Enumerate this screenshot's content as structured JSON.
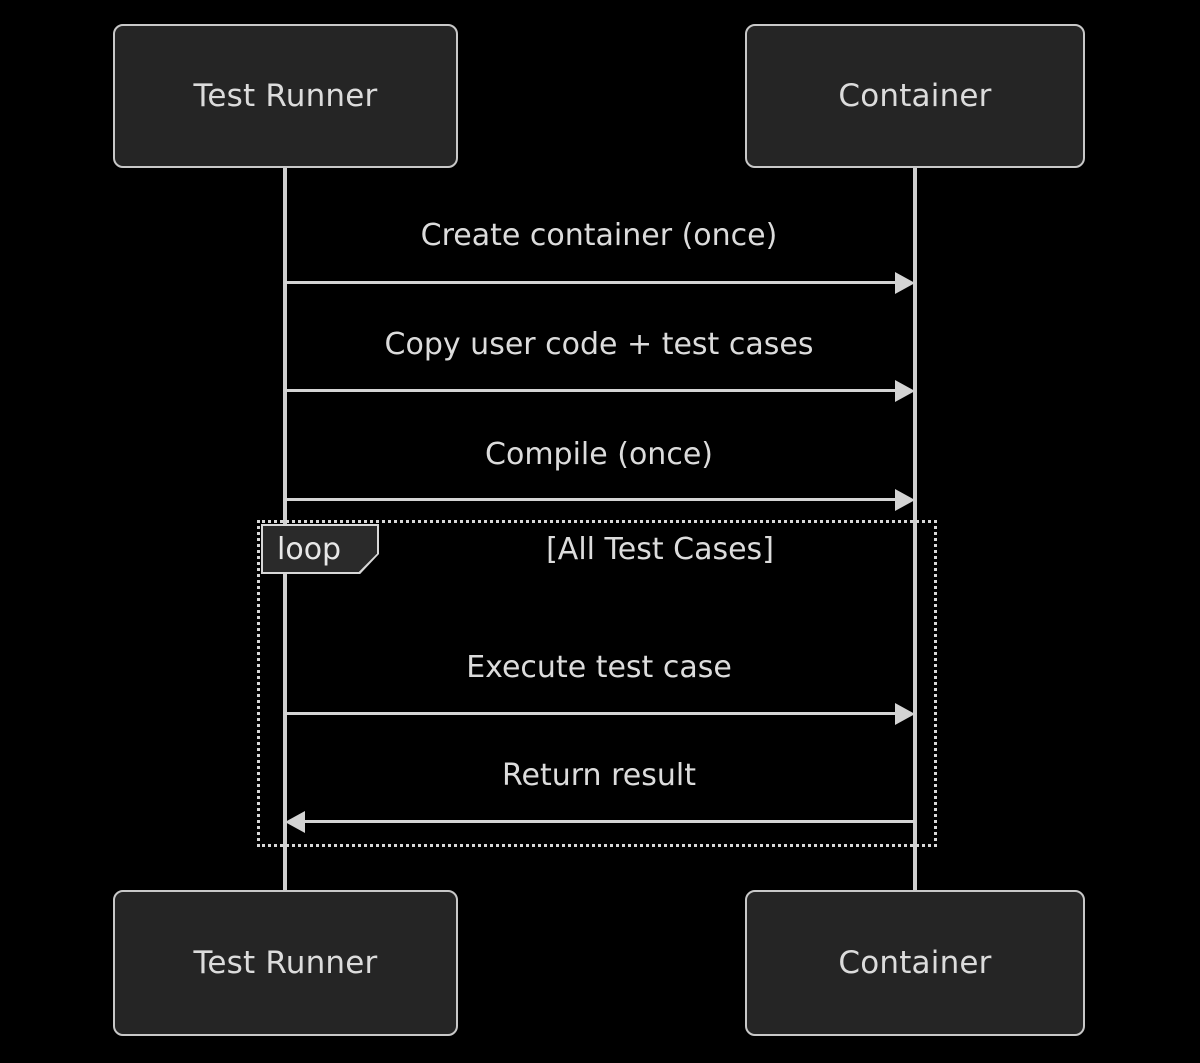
{
  "diagram": {
    "type": "sequence-diagram",
    "background_color": "#000000",
    "line_color": "#d4d4d4",
    "text_color": "#dcdcdc",
    "box_fill_color": "#252525",
    "participants": [
      {
        "id": "test-runner",
        "label": "Test Runner"
      },
      {
        "id": "container",
        "label": "Container"
      }
    ],
    "messages": [
      {
        "index": 0,
        "label": "Create container (once)",
        "from": "test-runner",
        "to": "container",
        "direction": "right"
      },
      {
        "index": 1,
        "label": "Copy user code + test cases",
        "from": "test-runner",
        "to": "container",
        "direction": "right"
      },
      {
        "index": 2,
        "label": "Compile (once)",
        "from": "test-runner",
        "to": "container",
        "direction": "right"
      },
      {
        "index": 3,
        "label": "Execute test case",
        "from": "test-runner",
        "to": "container",
        "direction": "right"
      },
      {
        "index": 4,
        "label": "Return result",
        "from": "container",
        "to": "test-runner",
        "direction": "left"
      }
    ],
    "fragments": [
      {
        "id": "loop-all-test-cases",
        "kind": "loop",
        "condition": "[All Test Cases]"
      }
    ]
  }
}
